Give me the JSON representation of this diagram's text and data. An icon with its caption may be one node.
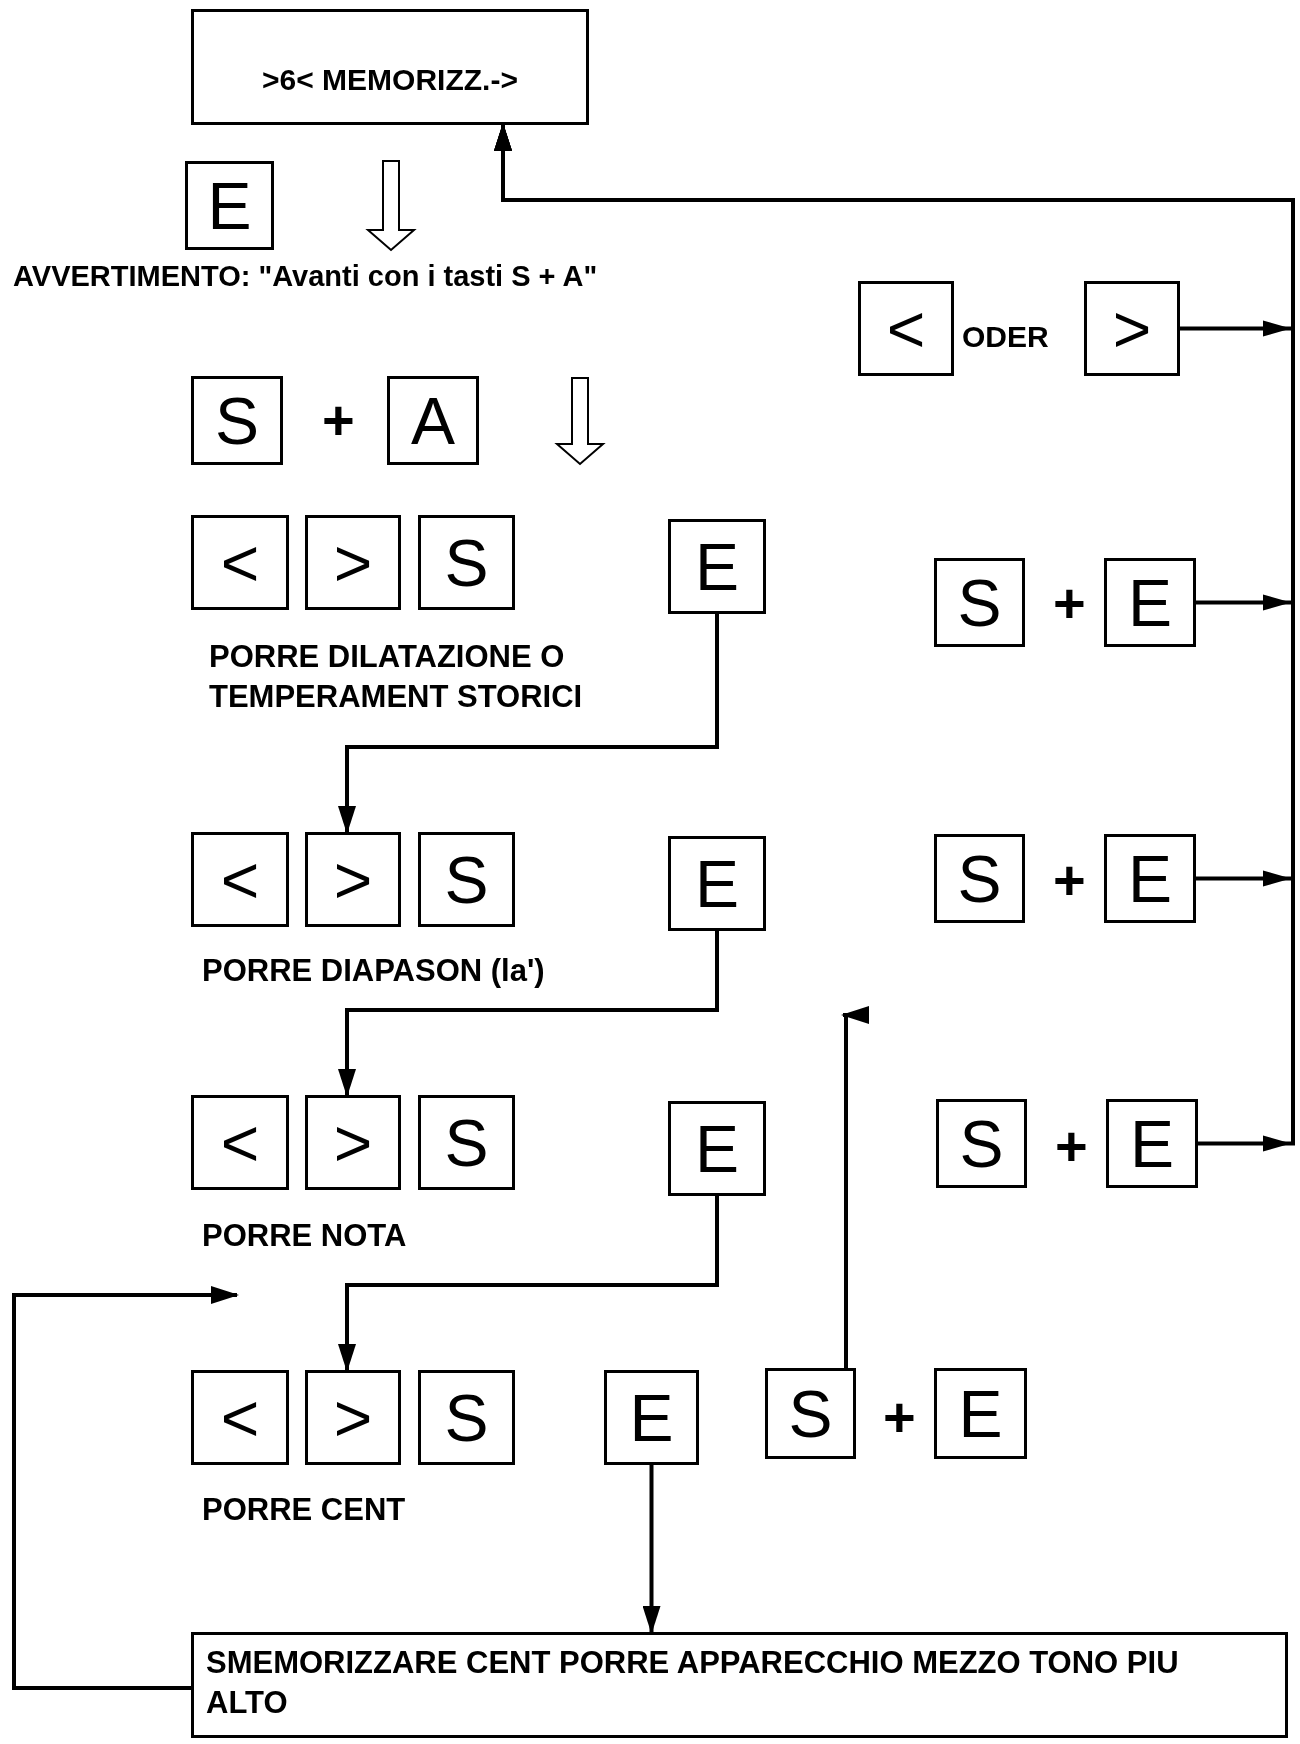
{
  "diagram": {
    "nodes": [
      {
        "text": [
          ">6< MEMORIZZ.->"
        ]
      },
      {
        "text": [
          "E"
        ]
      },
      {
        "text": [
          "<"
        ]
      },
      {
        "text": [
          ">"
        ]
      },
      {
        "text": [
          "S"
        ]
      },
      {
        "text": [
          "A"
        ]
      },
      {
        "text": [
          "<"
        ]
      },
      {
        "text": [
          ">"
        ]
      },
      {
        "text": [
          "S"
        ]
      },
      {
        "text": [
          "E"
        ]
      },
      {
        "text": [
          "S"
        ]
      },
      {
        "text": [
          "E"
        ]
      },
      {
        "text": [
          "<"
        ]
      },
      {
        "text": [
          ">"
        ]
      },
      {
        "text": [
          "S"
        ]
      },
      {
        "text": [
          "E"
        ]
      },
      {
        "text": [
          "S"
        ]
      },
      {
        "text": [
          "E"
        ]
      },
      {
        "text": [
          "<"
        ]
      },
      {
        "text": [
          ">"
        ]
      },
      {
        "text": [
          "S"
        ]
      },
      {
        "text": [
          "E"
        ]
      },
      {
        "text": [
          "S"
        ]
      },
      {
        "text": [
          "E"
        ]
      },
      {
        "text": [
          "<"
        ]
      },
      {
        "text": [
          ">"
        ]
      },
      {
        "text": [
          "S"
        ]
      },
      {
        "text": [
          "E"
        ]
      },
      {
        "text": [
          "S"
        ]
      },
      {
        "text": [
          "E"
        ]
      },
      {
        "text": [
          "SMEMORIZZARE CENT PORRE APPARECCHIO MEZZO TONO PIU ALTO"
        ]
      }
    ],
    "edges": [
      {
        "from": 3,
        "to": 0,
        "arrow": "to"
      },
      {
        "from": 11,
        "to": 0,
        "arrow": "to"
      },
      {
        "from": 17,
        "to": 0,
        "arrow": "to"
      },
      {
        "from": 23,
        "to": 0,
        "arrow": "to"
      },
      {
        "from": 9,
        "to": 13,
        "arrow": "to"
      },
      {
        "from": 15,
        "to": 19,
        "arrow": "to"
      },
      {
        "from": 21,
        "to": 25,
        "arrow": "to"
      },
      {
        "from": 27,
        "to": 30,
        "arrow": "to"
      },
      {
        "from": 30,
        "to": null,
        "arrow": "to"
      },
      {
        "from": 28,
        "to": null,
        "arrow": "to"
      }
    ],
    "labels": [
      "AVVERTIMENTO: \"Avanti con i tasti S + A\"",
      "ODER",
      "+",
      "+",
      "PORRE DILATAZIONE O TEMPERAMENT STORICI",
      "+",
      "PORRE DIAPASON (la')",
      "+",
      "PORRE NOTA",
      "+",
      "PORRE CENT"
    ]
  }
}
